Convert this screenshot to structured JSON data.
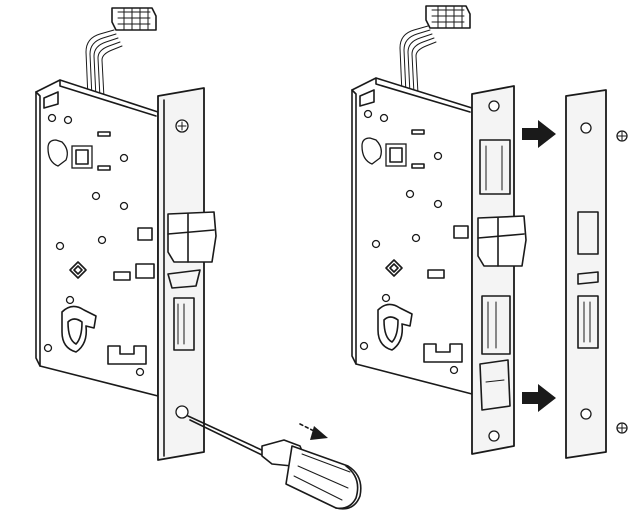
{
  "figure": {
    "steps": [
      {
        "name": "step-1-unscrew-faceplate"
      },
      {
        "name": "step-2-remove-faceplate"
      }
    ],
    "arrows": {
      "screwdriver_direction": "down-right",
      "faceplate_direction": "right"
    },
    "icons": [
      "wire-harness-icon",
      "mortise-lock-body-icon",
      "faceplate-icon",
      "screwdriver-icon",
      "screw-icon",
      "arrow-right-icon"
    ]
  }
}
